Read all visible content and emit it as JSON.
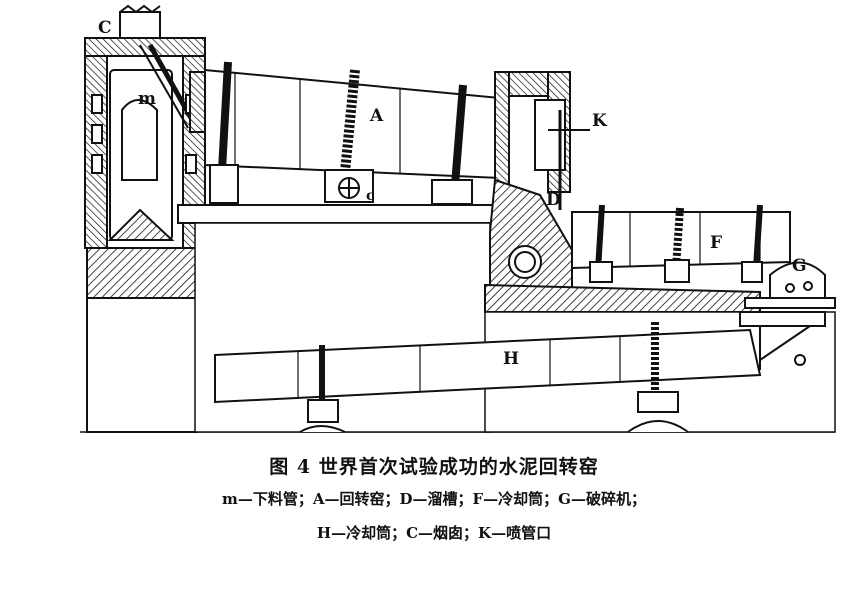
{
  "header_fragment": "",
  "labels": {
    "m": "m",
    "A": "A",
    "C": "C",
    "c": "c",
    "D": "D",
    "K": "K",
    "F": "F",
    "G": "G",
    "H": "H"
  },
  "caption": {
    "title": "图 4   世界首次试验成功的水泥回转窑",
    "line1": "m—下料管；A—回转窑；D—溜槽；F—冷却筒；G—破碎机；",
    "line2": "H—冷却筒；C—烟囱；K—喷管口"
  }
}
